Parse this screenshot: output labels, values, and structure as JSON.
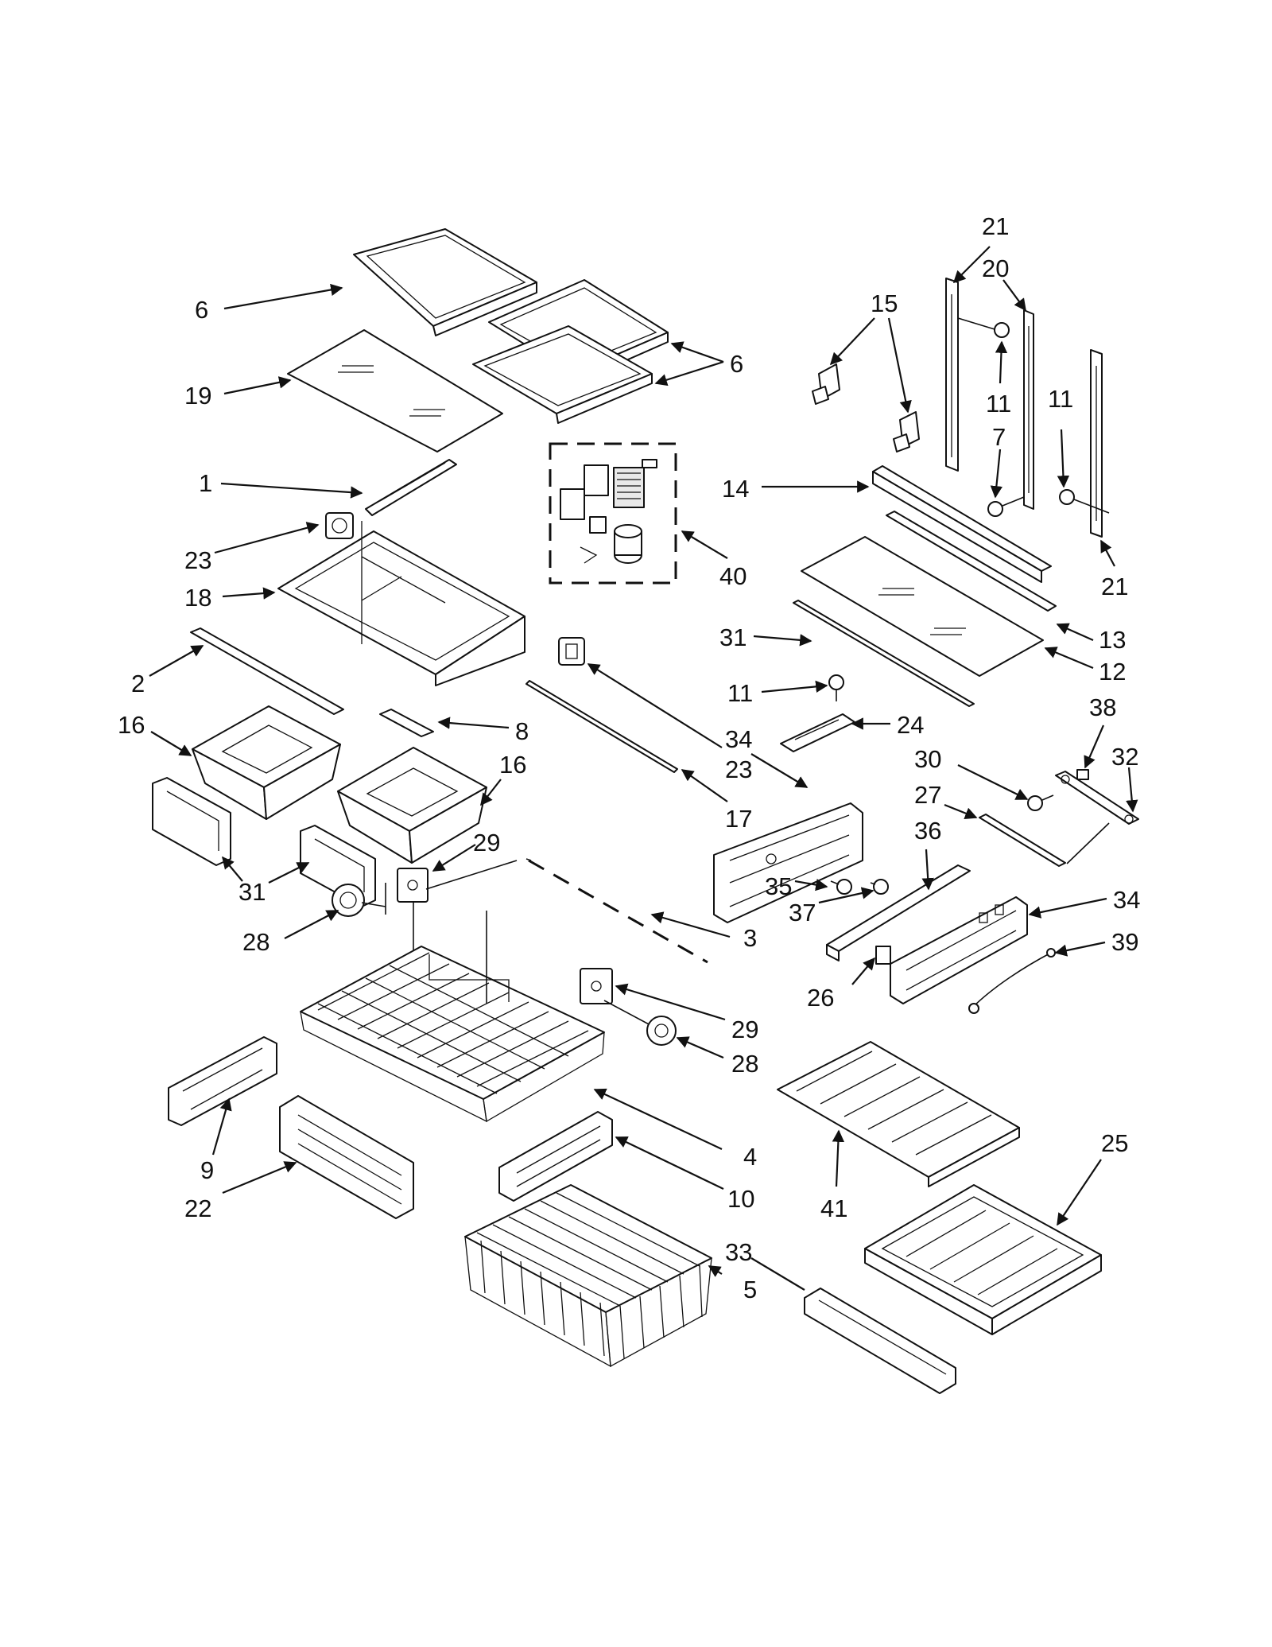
{
  "diagram": {
    "callouts": [
      {
        "id": "c6a",
        "label": "6"
      },
      {
        "id": "c6b",
        "label": "6"
      },
      {
        "id": "c19",
        "label": "19"
      },
      {
        "id": "c1",
        "label": "1"
      },
      {
        "id": "c23a",
        "label": "23"
      },
      {
        "id": "c18",
        "label": "18"
      },
      {
        "id": "c2",
        "label": "2"
      },
      {
        "id": "c16a",
        "label": "16"
      },
      {
        "id": "c16b",
        "label": "16"
      },
      {
        "id": "c8",
        "label": "8"
      },
      {
        "id": "c31a",
        "label": "31"
      },
      {
        "id": "c29a",
        "label": "29"
      },
      {
        "id": "c28a",
        "label": "28"
      },
      {
        "id": "c3",
        "label": "3"
      },
      {
        "id": "c29b",
        "label": "29"
      },
      {
        "id": "c28b",
        "label": "28"
      },
      {
        "id": "c9",
        "label": "9"
      },
      {
        "id": "c22",
        "label": "22"
      },
      {
        "id": "c4",
        "label": "4"
      },
      {
        "id": "c10",
        "label": "10"
      },
      {
        "id": "c33",
        "label": "33"
      },
      {
        "id": "c5",
        "label": "5"
      },
      {
        "id": "c40",
        "label": "40"
      },
      {
        "id": "c34a",
        "label": "34"
      },
      {
        "id": "c23b",
        "label": "23"
      },
      {
        "id": "c17",
        "label": "17"
      },
      {
        "id": "c35",
        "label": "35"
      },
      {
        "id": "c37",
        "label": "37"
      },
      {
        "id": "c21a",
        "label": "21"
      },
      {
        "id": "c20",
        "label": "20"
      },
      {
        "id": "c15",
        "label": "15"
      },
      {
        "id": "c11a",
        "label": "11"
      },
      {
        "id": "c11b",
        "label": "11"
      },
      {
        "id": "c7",
        "label": "7"
      },
      {
        "id": "c14",
        "label": "14"
      },
      {
        "id": "c21b",
        "label": "21"
      },
      {
        "id": "c13",
        "label": "13"
      },
      {
        "id": "c31b",
        "label": "31"
      },
      {
        "id": "c12",
        "label": "12"
      },
      {
        "id": "c11c",
        "label": "11"
      },
      {
        "id": "c24",
        "label": "24"
      },
      {
        "id": "c38",
        "label": "38"
      },
      {
        "id": "c30",
        "label": "30"
      },
      {
        "id": "c32",
        "label": "32"
      },
      {
        "id": "c27",
        "label": "27"
      },
      {
        "id": "c36",
        "label": "36"
      },
      {
        "id": "c34b",
        "label": "34"
      },
      {
        "id": "c39",
        "label": "39"
      },
      {
        "id": "c26",
        "label": "26"
      },
      {
        "id": "c41",
        "label": "41"
      },
      {
        "id": "c25",
        "label": "25"
      }
    ]
  }
}
